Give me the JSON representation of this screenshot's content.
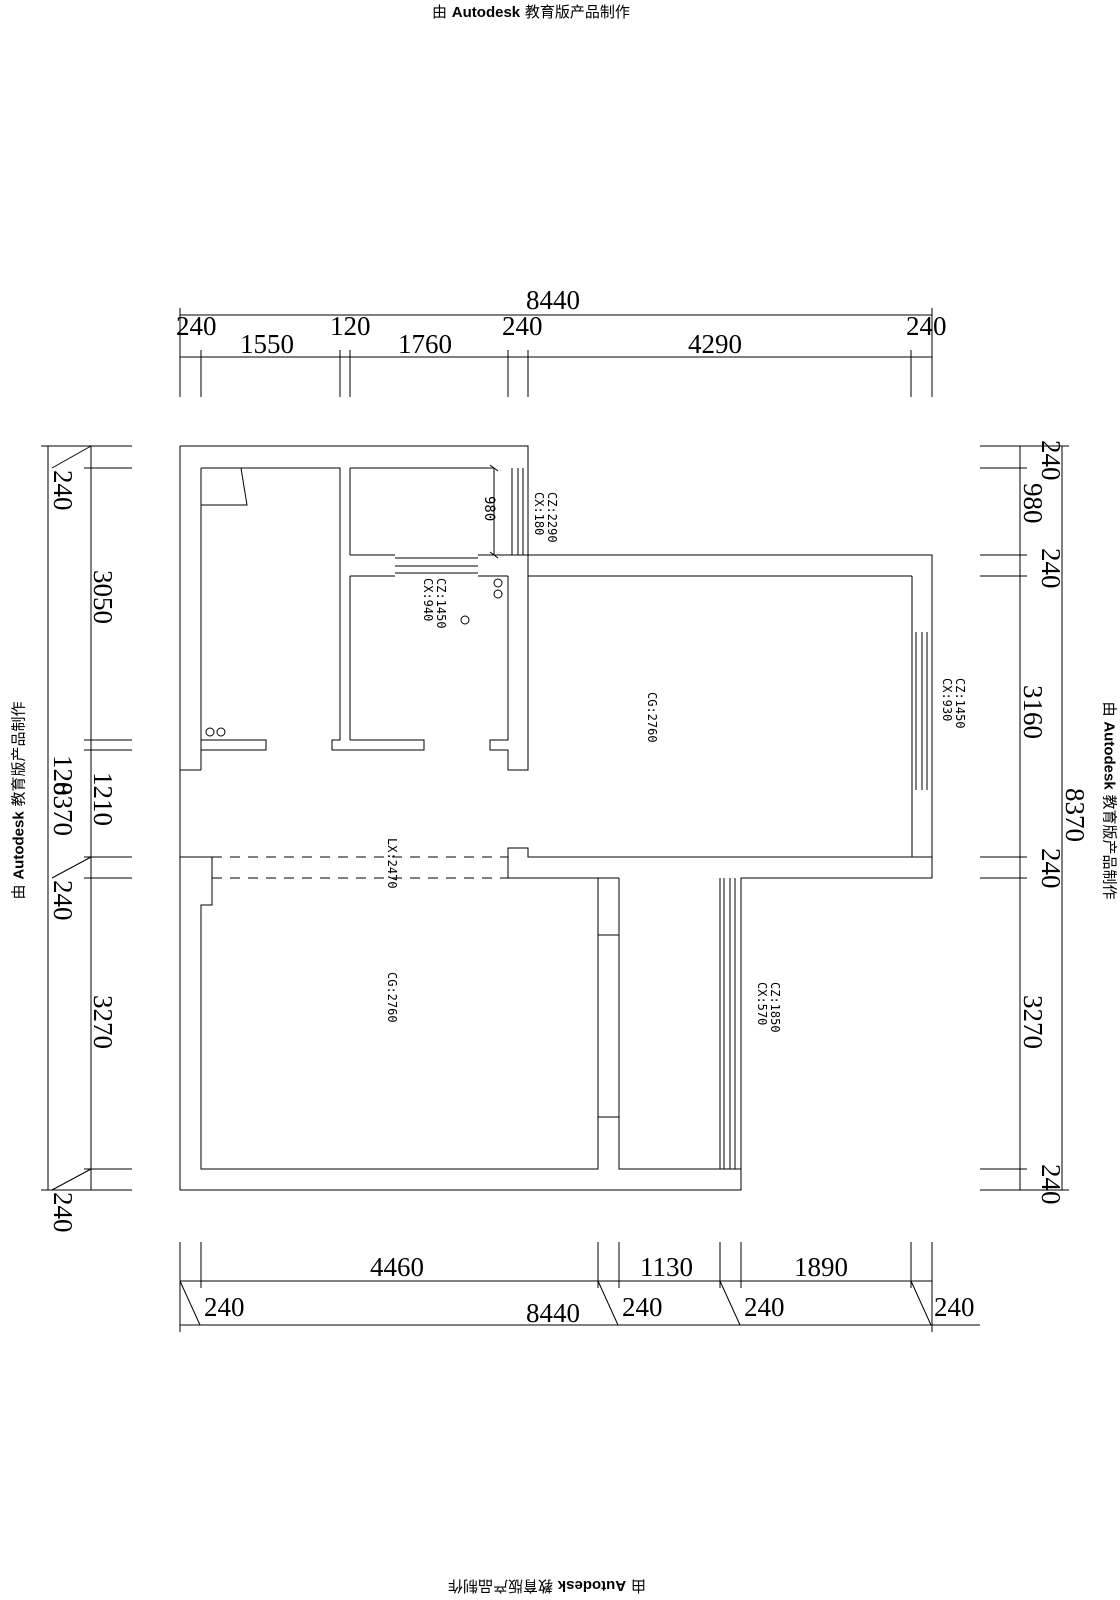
{
  "watermark": {
    "prefix": "由",
    "brand": "Autodesk",
    "suffix": "教育版产品制作"
  },
  "dims_top": {
    "total": "8440",
    "segments": [
      "240",
      "1550",
      "120",
      "1760",
      "240",
      "4290",
      "240"
    ]
  },
  "dims_bottom": {
    "total": "8440",
    "segments": [
      "240",
      "4460",
      "240",
      "1130",
      "240",
      "1890",
      "240"
    ]
  },
  "dims_left": {
    "total": "8370",
    "segments": [
      "240",
      "3050",
      "120",
      "1210",
      "240",
      "3270",
      "240"
    ]
  },
  "dims_right": {
    "total": "8370",
    "segments": [
      "240",
      "980",
      "240",
      "3160",
      "240",
      "3270",
      "240"
    ]
  },
  "door_width": "980",
  "labels": {
    "window_top": [
      "CZ:2290",
      "CX:180"
    ],
    "window_mid": [
      "CZ:1450",
      "CX:940"
    ],
    "room_top_right": "CG:2760",
    "window_right": [
      "CZ:1450",
      "CX:930"
    ],
    "beam": "LX:2470",
    "room_bottom_left": "CG:2760",
    "window_balcony": [
      "CZ:1850",
      "CX:570"
    ]
  }
}
